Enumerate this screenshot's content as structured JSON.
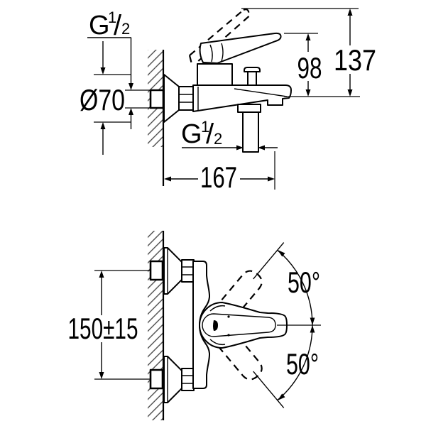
{
  "colors": {
    "background": "#ffffff",
    "line": "#000000",
    "hatch": "#3f3f3f"
  },
  "views": {
    "side": {
      "wall_thread": {
        "g": "G",
        "sup": "1",
        "slash": "/",
        "sub": "2"
      },
      "diameter": "Ø70",
      "height_handle": "98",
      "height_total": "137",
      "outlet_thread": {
        "g": "G",
        "sup": "1",
        "slash": "/",
        "sub": "2"
      },
      "projection": "167"
    },
    "plan": {
      "spacing": "150±15",
      "angle_up": "50°",
      "angle_down": "50°"
    }
  }
}
